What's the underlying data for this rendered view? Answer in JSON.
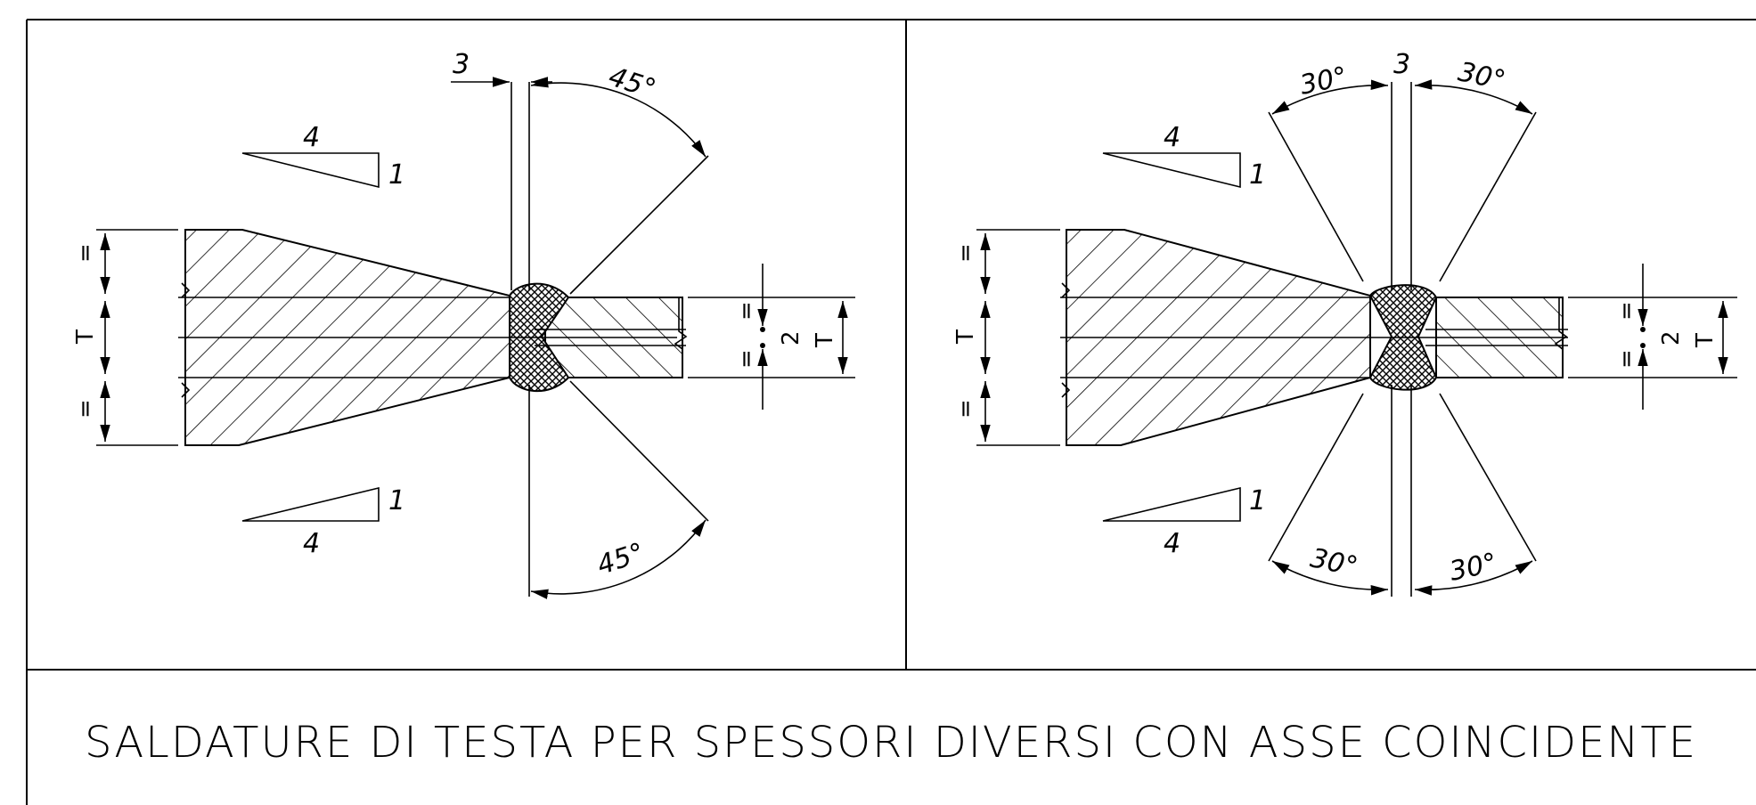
{
  "title": "SALDATURE DI TESTA PER SPESSORI DIVERSI CON ASSE COINCIDENTE",
  "left_detail": {
    "gap": "3",
    "angle_top": "45°",
    "angle_bottom": "45°",
    "slope_top_run": "4",
    "slope_top_rise": "1",
    "slope_bottom_run": "4",
    "slope_bottom_rise": "1",
    "thick_plate_T": "T",
    "thin_plate_T": "T",
    "equal_mark": "=",
    "root": "2"
  },
  "right_detail": {
    "gap": "3",
    "angle_top_left": "30°",
    "angle_top_right": "30°",
    "angle_bottom_left": "30°",
    "angle_bottom_right": "30°",
    "slope_top_run": "4",
    "slope_top_rise": "1",
    "slope_bottom_run": "4",
    "slope_bottom_rise": "1",
    "thick_plate_T": "T",
    "thin_plate_T": "T",
    "equal_mark": "=",
    "root": "2"
  }
}
